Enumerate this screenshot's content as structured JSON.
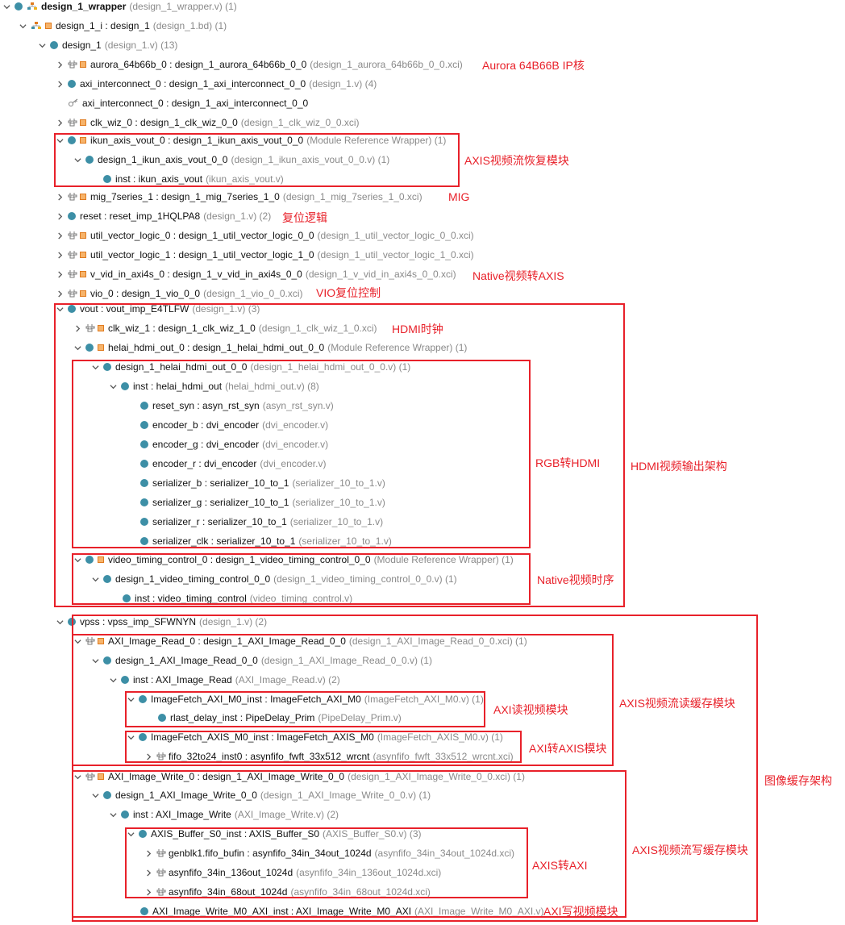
{
  "rows": [
    {
      "name": "design_1_wrapper",
      "src": "(design_1_wrapper.v) (1)",
      "bold": true
    },
    {
      "name": "design_1_i : design_1",
      "src": "(design_1.bd) (1)"
    },
    {
      "name": "design_1",
      "src": "(design_1.v) (13)"
    },
    {
      "name": "aurora_64b66b_0 : design_1_aurora_64b66b_0_0",
      "src": "(design_1_aurora_64b66b_0_0.xci)"
    },
    {
      "name": "axi_interconnect_0 : design_1_axi_interconnect_0_0",
      "src": "(design_1.v) (4)"
    },
    {
      "name": "axi_interconnect_0 : design_1_axi_interconnect_0_0",
      "src": ""
    },
    {
      "name": "clk_wiz_0 : design_1_clk_wiz_0_0",
      "src": "(design_1_clk_wiz_0_0.xci)"
    },
    {
      "name": "ikun_axis_vout_0 : design_1_ikun_axis_vout_0_0",
      "src": "(Module Reference Wrapper) (1)"
    },
    {
      "name": "design_1_ikun_axis_vout_0_0",
      "src": "(design_1_ikun_axis_vout_0_0.v) (1)"
    },
    {
      "name": "inst : ikun_axis_vout",
      "src": "(ikun_axis_vout.v)"
    },
    {
      "name": "mig_7series_1 : design_1_mig_7series_1_0",
      "src": "(design_1_mig_7series_1_0.xci)"
    },
    {
      "name": "reset : reset_imp_1HQLPA8",
      "src": "(design_1.v) (2)"
    },
    {
      "name": "util_vector_logic_0 : design_1_util_vector_logic_0_0",
      "src": "(design_1_util_vector_logic_0_0.xci)"
    },
    {
      "name": "util_vector_logic_1 : design_1_util_vector_logic_1_0",
      "src": "(design_1_util_vector_logic_1_0.xci)"
    },
    {
      "name": "v_vid_in_axi4s_0 : design_1_v_vid_in_axi4s_0_0",
      "src": "(design_1_v_vid_in_axi4s_0_0.xci)"
    },
    {
      "name": "vio_0 : design_1_vio_0_0",
      "src": "(design_1_vio_0_0.xci)"
    },
    {
      "name": "vout : vout_imp_E4TLFW",
      "src": "(design_1.v) (3)"
    },
    {
      "name": "clk_wiz_1 : design_1_clk_wiz_1_0",
      "src": "(design_1_clk_wiz_1_0.xci)"
    },
    {
      "name": "helai_hdmi_out_0 : design_1_helai_hdmi_out_0_0",
      "src": "(Module Reference Wrapper) (1)"
    },
    {
      "name": "design_1_helai_hdmi_out_0_0",
      "src": "(design_1_helai_hdmi_out_0_0.v) (1)"
    },
    {
      "name": "inst : helai_hdmi_out",
      "src": "(helai_hdmi_out.v) (8)"
    },
    {
      "name": "reset_syn : asyn_rst_syn",
      "src": "(asyn_rst_syn.v)"
    },
    {
      "name": "encoder_b : dvi_encoder",
      "src": "(dvi_encoder.v)"
    },
    {
      "name": "encoder_g : dvi_encoder",
      "src": "(dvi_encoder.v)"
    },
    {
      "name": "encoder_r : dvi_encoder",
      "src": "(dvi_encoder.v)"
    },
    {
      "name": "serializer_b : serializer_10_to_1",
      "src": "(serializer_10_to_1.v)"
    },
    {
      "name": "serializer_g : serializer_10_to_1",
      "src": "(serializer_10_to_1.v)"
    },
    {
      "name": "serializer_r : serializer_10_to_1",
      "src": "(serializer_10_to_1.v)"
    },
    {
      "name": "serializer_clk : serializer_10_to_1",
      "src": "(serializer_10_to_1.v)"
    },
    {
      "name": "video_timing_control_0 : design_1_video_timing_control_0_0",
      "src": "(Module Reference Wrapper) (1)"
    },
    {
      "name": "design_1_video_timing_control_0_0",
      "src": "(design_1_video_timing_control_0_0.v) (1)"
    },
    {
      "name": "inst : video_timing_control",
      "src": "(video_timing_control.v)"
    },
    {
      "name": "vpss : vpss_imp_SFWNYN",
      "src": "(design_1.v) (2)"
    },
    {
      "name": "AXI_Image_Read_0 : design_1_AXI_Image_Read_0_0",
      "src": "(design_1_AXI_Image_Read_0_0.xci) (1)"
    },
    {
      "name": "design_1_AXI_Image_Read_0_0",
      "src": "(design_1_AXI_Image_Read_0_0.v) (1)"
    },
    {
      "name": "inst : AXI_Image_Read",
      "src": "(AXI_Image_Read.v) (2)"
    },
    {
      "name": "ImageFetch_AXI_M0_inst : ImageFetch_AXI_M0",
      "src": "(ImageFetch_AXI_M0.v) (1)"
    },
    {
      "name": "rlast_delay_inst : PipeDelay_Prim",
      "src": "(PipeDelay_Prim.v)"
    },
    {
      "name": "ImageFetch_AXIS_M0_inst : ImageFetch_AXIS_M0",
      "src": "(ImageFetch_AXIS_M0.v) (1)"
    },
    {
      "name": "fifo_32to24_inst0 : asynfifo_fwft_33x512_wrcnt",
      "src": "(asynfifo_fwft_33x512_wrcnt.xci)"
    },
    {
      "name": "AXI_Image_Write_0 : design_1_AXI_Image_Write_0_0",
      "src": "(design_1_AXI_Image_Write_0_0.xci) (1)"
    },
    {
      "name": "design_1_AXI_Image_Write_0_0",
      "src": "(design_1_AXI_Image_Write_0_0.v) (1)"
    },
    {
      "name": "inst : AXI_Image_Write",
      "src": "(AXI_Image_Write.v) (2)"
    },
    {
      "name": "AXIS_Buffer_S0_inst : AXIS_Buffer_S0",
      "src": "(AXIS_Buffer_S0.v) (3)"
    },
    {
      "name": "genblk1.fifo_bufin : asynfifo_34in_34out_1024d",
      "src": "(asynfifo_34in_34out_1024d.xci)"
    },
    {
      "name": "asynfifo_34in_136out_1024d",
      "src": "(asynfifo_34in_136out_1024d.xci)"
    },
    {
      "name": "asynfifo_34in_68out_1024d",
      "src": "(asynfifo_34in_68out_1024d.xci)"
    },
    {
      "name": "AXI_Image_Write_M0_AXI_inst : AXI_Image_Write_M0_AXI",
      "src": "(AXI_Image_Write_M0_AXI.v)"
    }
  ],
  "notes": [
    "Aurora 64B66B IP核",
    "AXIS视频流恢复模块",
    "MIG",
    "复位逻辑",
    "Native视频转AXIS",
    "VIO复位控制",
    "HDMI时钟",
    "RGB转HDMI",
    "HDMI视频输出架构",
    "Native视频时序",
    "AXIS视频流读缓存模块",
    "AXI读视频模块",
    "AXI转AXIS模块",
    "图像缓存架构",
    "AXIS视频流写缓存模块",
    "AXIS转AXI",
    "AXI写视频模块"
  ],
  "colors": {
    "annotation": "#e8212a",
    "module_dot": "#3d8fa6",
    "ip_square": "#e07b1f",
    "source_text": "#8a8a8a"
  }
}
